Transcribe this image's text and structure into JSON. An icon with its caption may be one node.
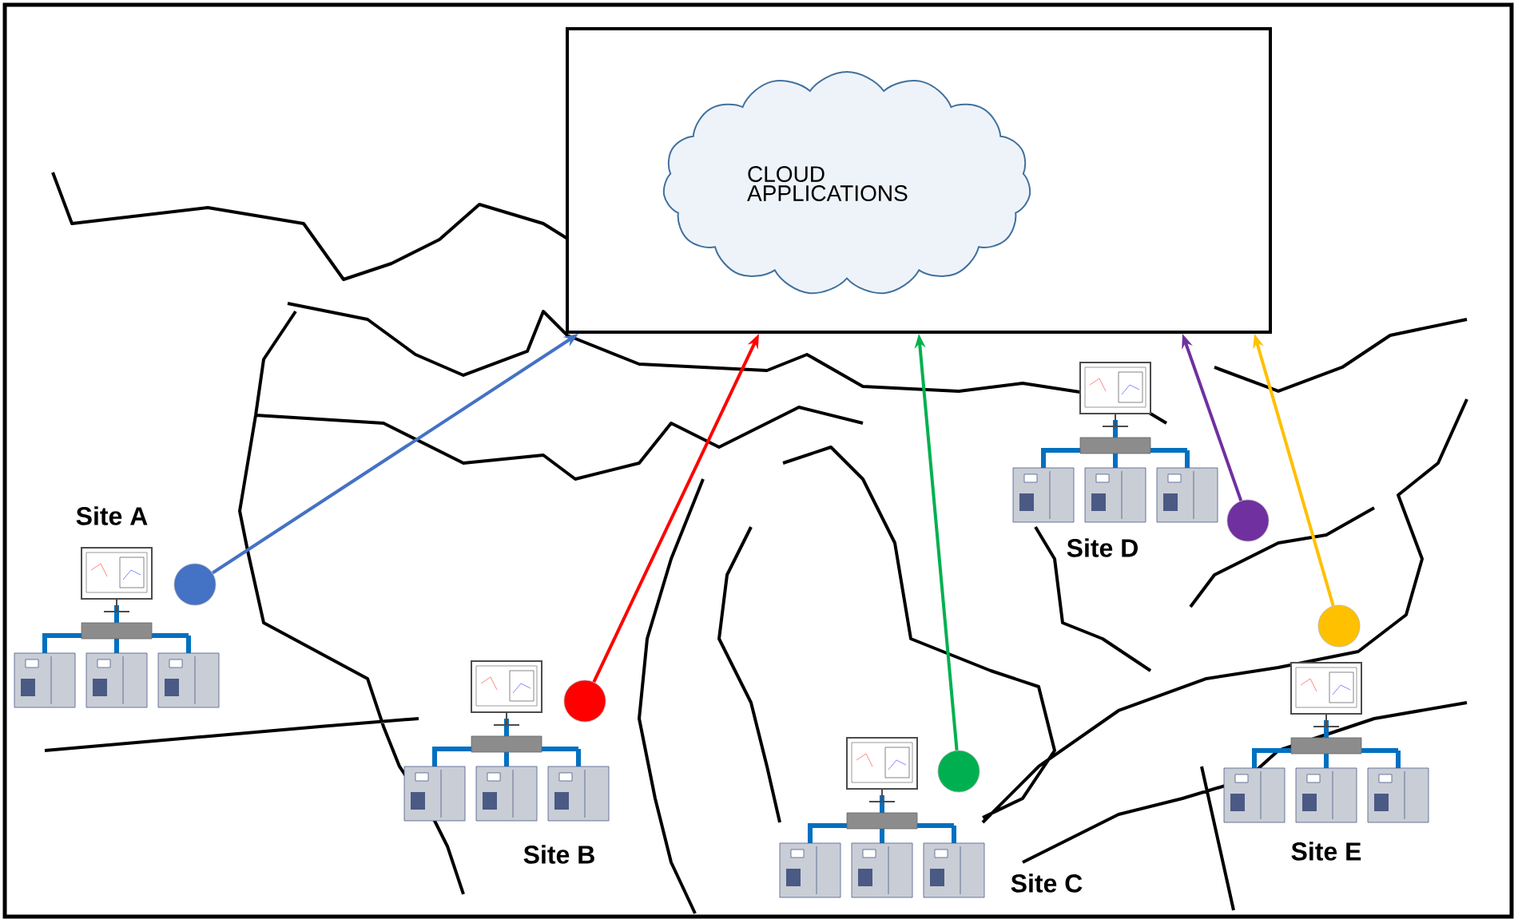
{
  "diagram": {
    "nodes": [
      {
        "text": [],
        "shape": "box"
      },
      {
        "text": [
          "CLOUD APPLICATIONS"
        ],
        "in": 0
      },
      {
        "text": [],
        "shape": "circle"
      },
      {
        "text": [],
        "shape": "circle"
      },
      {
        "text": [],
        "shape": "circle"
      },
      {
        "text": [],
        "shape": "circle"
      },
      {
        "text": [],
        "shape": "circle"
      }
    ],
    "edges": [
      {
        "from": 2,
        "to": 0,
        "arrow": "to",
        "color": "#4472c4"
      },
      {
        "from": 3,
        "to": 0,
        "arrow": "to",
        "color": "#ff0000"
      },
      {
        "from": 4,
        "to": 0,
        "arrow": "to",
        "color": "#00b050"
      },
      {
        "from": 5,
        "to": 0,
        "arrow": "to",
        "color": "#7030a0"
      },
      {
        "from": 6,
        "to": 0,
        "arrow": "to",
        "color": "#ffc000"
      }
    ],
    "labels": [
      "Site A",
      "Site B",
      "Site C",
      "Site D",
      "Site E"
    ]
  }
}
